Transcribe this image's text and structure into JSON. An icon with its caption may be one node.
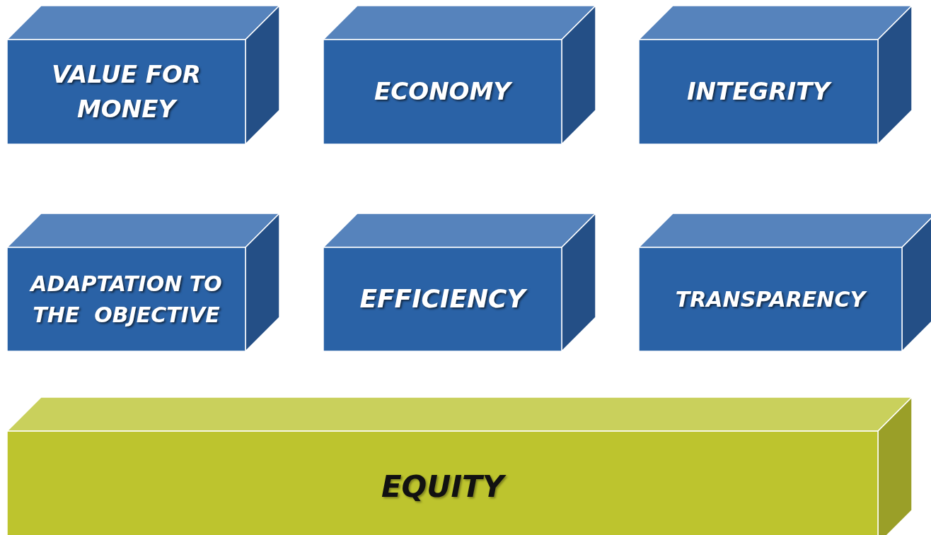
{
  "diagram": {
    "nodes": [
      {
        "text": [
          "VALUE FOR MONEY"
        ]
      },
      {
        "text": [
          "ECONOMY"
        ]
      },
      {
        "text": [
          "INTEGRITY"
        ]
      },
      {
        "text": [
          "ADAPTATION TO THE  OBJECTIVE"
        ]
      },
      {
        "text": [
          "EFFICIENCY"
        ]
      },
      {
        "text": [
          "TRANSPARENCY"
        ]
      },
      {
        "text": [
          "EQUITY"
        ]
      }
    ]
  }
}
